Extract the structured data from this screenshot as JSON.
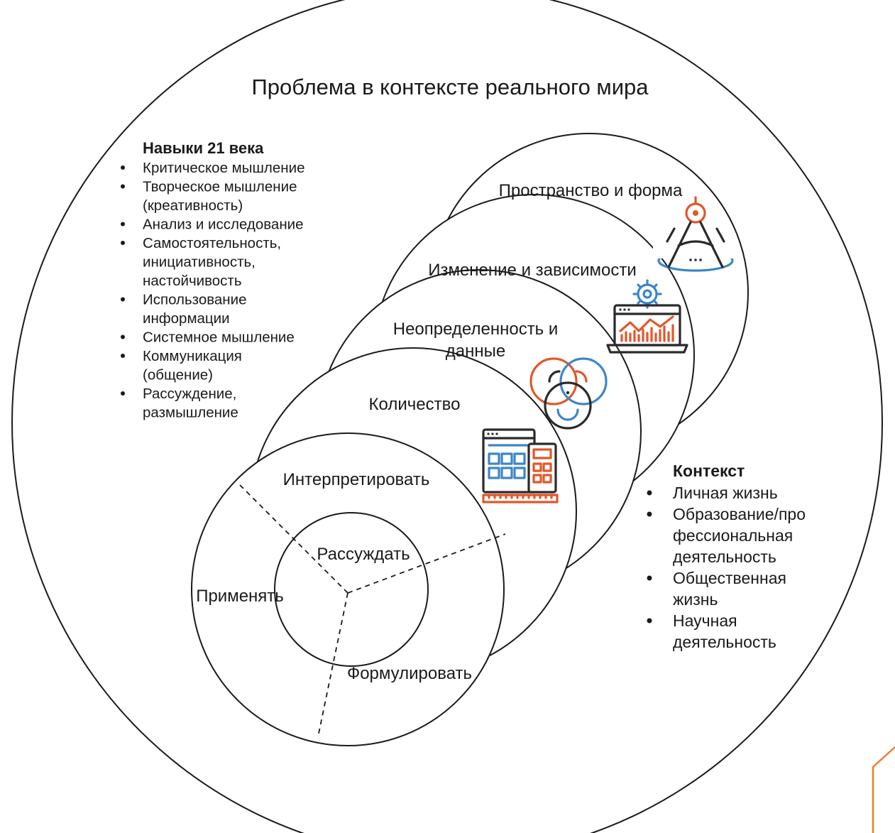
{
  "title": "Проблема в контексте реального мира",
  "rings": {
    "space": "Пространство и форма",
    "change": "Изменение и зависимости",
    "uncertainty_line1": "Неопределенность и",
    "uncertainty_line2": "данные",
    "quantity": "Количество"
  },
  "process": {
    "interpret": "Интерпретировать",
    "reason": "Рассуждать",
    "apply": "Применять",
    "formulate": "Формулировать"
  },
  "skills": {
    "heading": "Навыки 21 века",
    "items": [
      {
        "lines": [
          "Критическое мышление"
        ]
      },
      {
        "lines": [
          "Творческое мышление",
          "(креативность)"
        ]
      },
      {
        "lines": [
          "Анализ и исследование"
        ]
      },
      {
        "lines": [
          "Самостоятельность,",
          "инициативность,",
          "настойчивость"
        ]
      },
      {
        "lines": [
          "Использование",
          "информации"
        ]
      },
      {
        "lines": [
          "Системное мышление"
        ]
      },
      {
        "lines": [
          "Коммуникация",
          "(общение)"
        ]
      },
      {
        "lines": [
          "Рассуждение,",
          "размышление"
        ]
      }
    ]
  },
  "context": {
    "heading": "Контекст",
    "items": [
      {
        "lines": [
          "Личная жизнь"
        ]
      },
      {
        "lines": [
          "Образование/про",
          "фессиональная",
          "деятельность"
        ]
      },
      {
        "lines": [
          "Общественная",
          "жизнь"
        ]
      },
      {
        "lines": [
          "Научная",
          "деятельность"
        ]
      }
    ]
  },
  "icons": {
    "space": "drafting-compass-icon",
    "change": "analytics-laptop-gear-icon",
    "uncertainty": "venn-diagram-icon",
    "quantity": "calculator-spreadsheet-icon"
  },
  "colors": {
    "line": "#1a1a1a",
    "icon_dark": "#2a2a2a",
    "icon_blue": "#3d86c6",
    "icon_orange": "#e0582b"
  }
}
